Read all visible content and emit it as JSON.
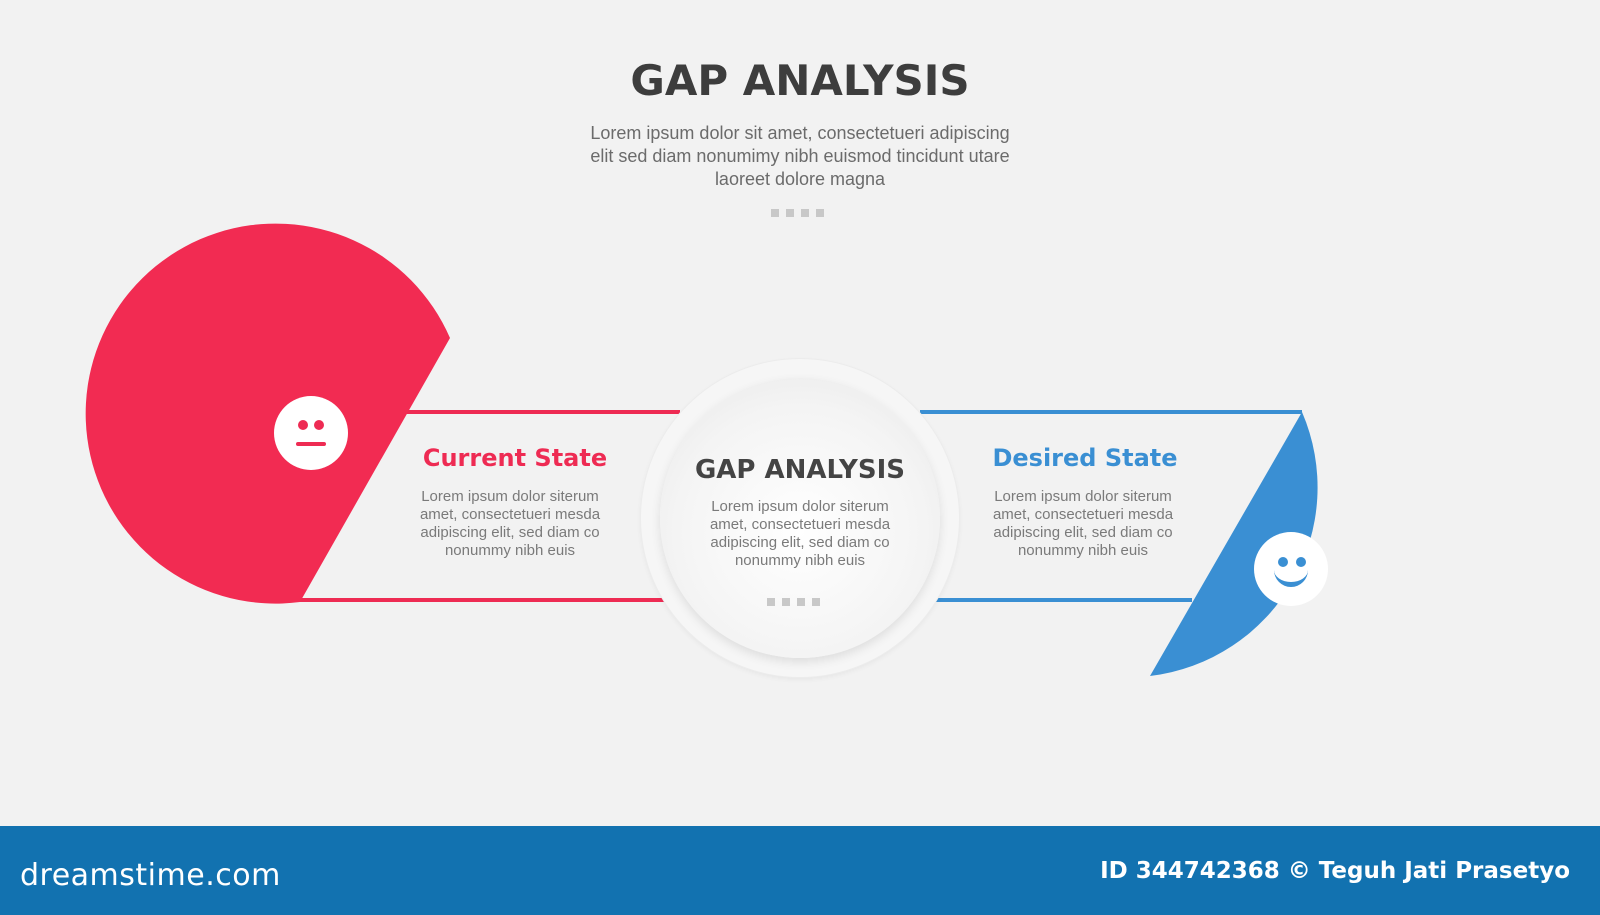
{
  "header": {
    "title": "GAP ANALYSIS",
    "subtitle_lines": [
      "Lorem ipsum dolor sit amet, consectetueri adipiscing",
      "elit sed diam nonumimy nibh euismod tincidunt utare",
      "laoreet dolore magna"
    ]
  },
  "center": {
    "title": "GAP ANALYSIS",
    "text_lines": [
      "Lorem ipsum dolor siterum",
      "amet, consectetueri mesda",
      "adipiscing elit, sed diam co",
      "nonummy nibh euis"
    ]
  },
  "current_state": {
    "title": "Current State",
    "text_lines": [
      "Lorem ipsum dolor siterum",
      "amet, consectetueri mesda",
      "adipiscing elit, sed diam co",
      "nonummy nibh euis"
    ],
    "color": "#ee2b53",
    "icon": "neutral-face-icon"
  },
  "desired_state": {
    "title": "Desired State",
    "text_lines": [
      "Lorem ipsum dolor siterum",
      "amet, consectetueri mesda",
      "adipiscing elit, sed diam co",
      "nonummy nibh euis"
    ],
    "color": "#3a8fd3",
    "icon": "smiling-face-icon"
  },
  "footer": {
    "logo": "dreamstime.com",
    "credit": "ID 344742368 © Teguh Jati Prasetyo",
    "color": "#1272b0"
  }
}
